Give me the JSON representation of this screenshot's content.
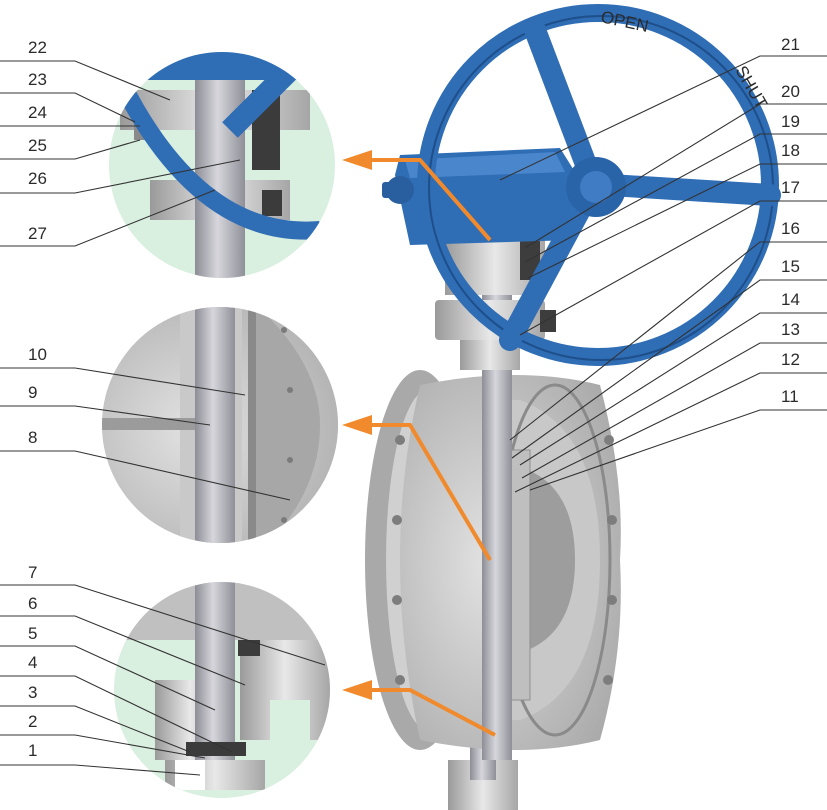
{
  "colors": {
    "handwheel": "#2f6db5",
    "handwheel_dark": "#1e4f8a",
    "metal_light": "#e6e6e6",
    "metal_mid": "#bdbdbd",
    "metal_dark": "#8e8e8e",
    "stem": "#a8a8b0",
    "detail_bg": "#d9efdf",
    "arrow": "#f08a2c"
  },
  "wheel_text": {
    "open": "OPEN",
    "shut": "SHUT"
  },
  "callouts": {
    "left": [
      "22",
      "23",
      "24",
      "25",
      "26",
      "27",
      "10",
      "9",
      "8",
      "7",
      "6",
      "5",
      "4",
      "3",
      "2",
      "1"
    ],
    "right": [
      "21",
      "20",
      "19",
      "18",
      "17",
      "16",
      "15",
      "14",
      "13",
      "12",
      "11"
    ]
  },
  "icons": [
    "arrow-right-icon",
    "arrow-left-icon"
  ]
}
